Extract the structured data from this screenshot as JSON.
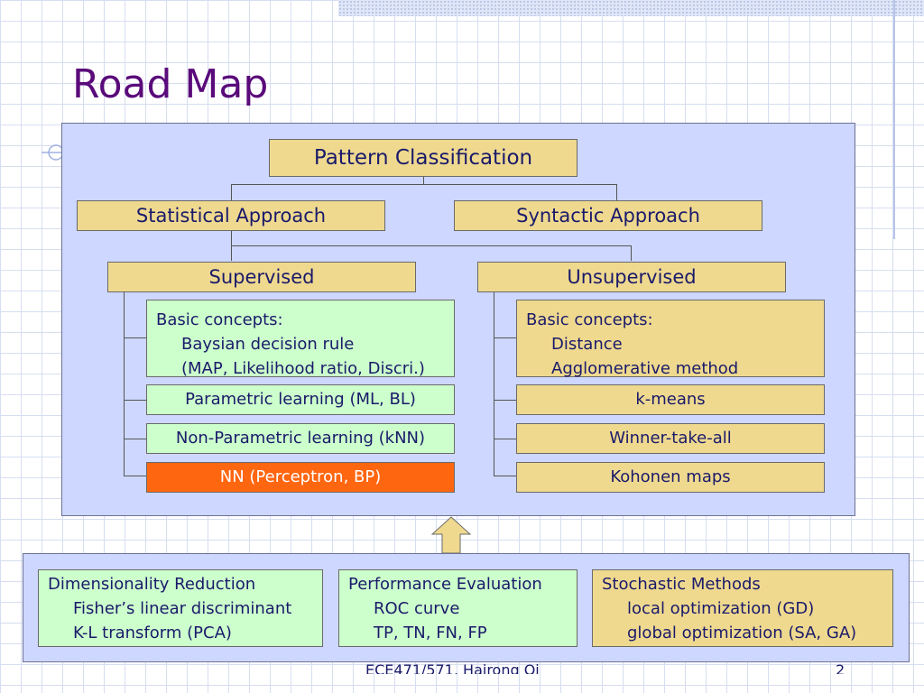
{
  "slide": {
    "title": "Road Map",
    "footer_left": "ECE471/571, Hairong Qi",
    "page_number": "2"
  },
  "tree": {
    "root": "Pattern Classification",
    "statistical": "Statistical Approach",
    "syntactic": "Syntactic Approach",
    "supervised": "Supervised",
    "unsupervised": "Unsupervised",
    "supervised_items": {
      "basic": {
        "head": "Basic concepts:",
        "line1": "Baysian decision rule",
        "line2": "(MAP, Likelihood ratio, Discri.)"
      },
      "parametric": "Parametric learning (ML, BL)",
      "nonparametric": "Non-Parametric learning (kNN)",
      "nn": "NN (Perceptron, BP)"
    },
    "unsupervised_items": {
      "basic": {
        "head": "Basic concepts:",
        "line1": "Distance",
        "line2": "Agglomerative method"
      },
      "kmeans": "k-means",
      "wta": "Winner-take-all",
      "kohonen": "Kohonen maps"
    }
  },
  "bottom": {
    "dimred": {
      "head": "Dimensionality Reduction",
      "line1": "Fisher’s linear discriminant",
      "line2": "K-L transform (PCA)"
    },
    "perf": {
      "head": "Performance Evaluation",
      "line1": "ROC curve",
      "line2": "TP, TN, FN, FP"
    },
    "stoch": {
      "head": "Stochastic Methods",
      "line1": "local optimization (GD)",
      "line2": "global optimization (SA, GA)"
    }
  },
  "colors": {
    "panel": "#cdd7ff",
    "gold_box": "#efd98f",
    "green_box": "#ccffcc",
    "highlight_box": "#ff6610",
    "title": "#5a0a7a",
    "text": "#1a1a6a"
  }
}
